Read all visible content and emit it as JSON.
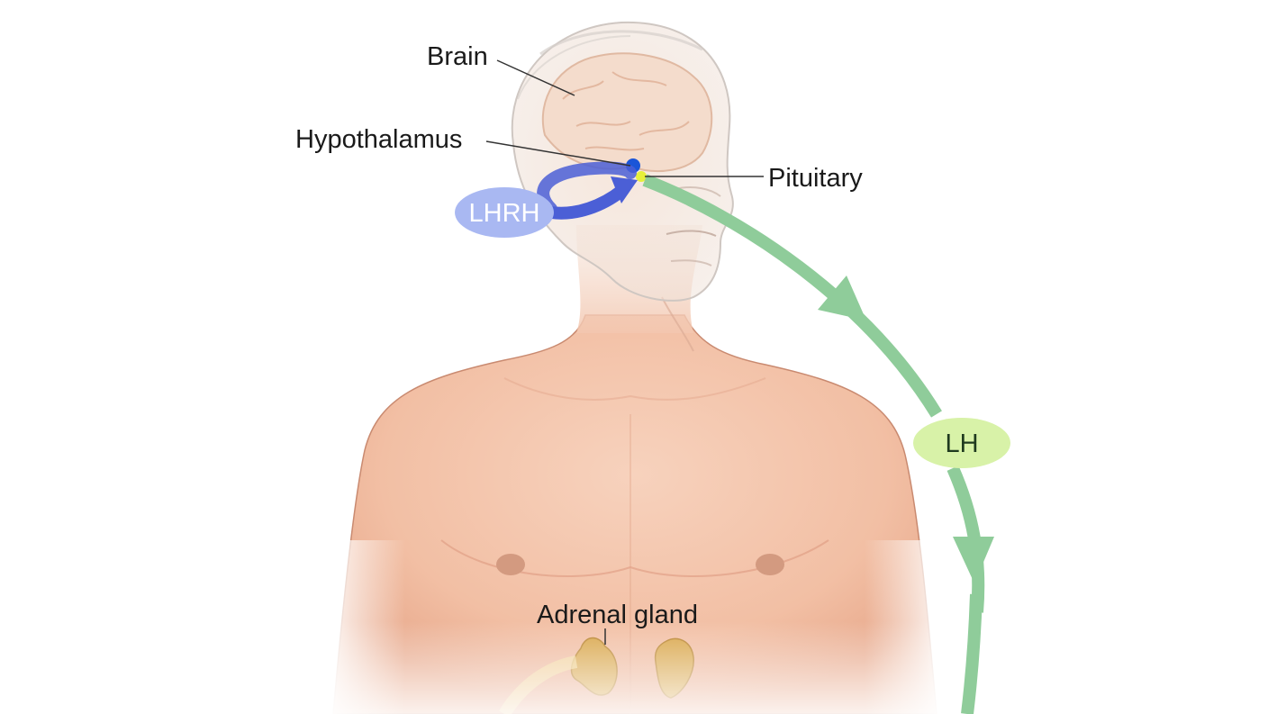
{
  "labels": {
    "brain": "Brain",
    "hypothalamus": "Hypothalamus",
    "pituitary": "Pituitary",
    "lhrh": "LHRH",
    "lh": "LH",
    "adrenal_gland": "Adrenal gland"
  },
  "colors": {
    "background": "#ffffff",
    "skin": "#f2c2a8",
    "skin_shadow": "#e0a088",
    "brain": "#f3dccd",
    "lhrh_arrow": "#4b5fd6",
    "lhrh_bubble": "#a9b8f2",
    "lh_arrow": "#8fcc9a",
    "lh_bubble": "#d8f2a8",
    "hypothalamus_dot": "#1a55d8",
    "pituitary_dot": "#e6f03a",
    "adrenal": "#d9a64a"
  }
}
